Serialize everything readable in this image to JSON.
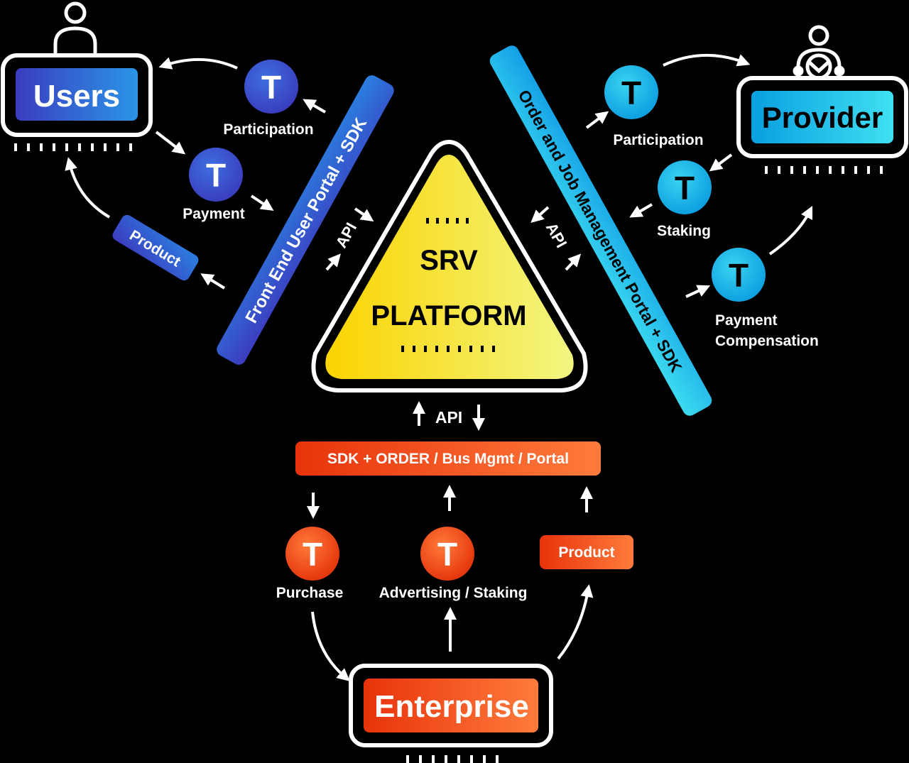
{
  "diagram": {
    "platform": {
      "line1": "SRV",
      "line2": "PLATFORM"
    },
    "users": {
      "label": "Users"
    },
    "provider": {
      "label": "Provider"
    },
    "enterprise": {
      "label": "Enterprise"
    },
    "left_portal": {
      "label": "Front End User Portal + SDK"
    },
    "right_portal": {
      "label": "Order and Job Management Portal + SDK"
    },
    "bottom_portal": {
      "label": "SDK + ORDER / Bus Mgmt / Portal"
    },
    "api_label": "API",
    "token_letter": "T",
    "users_tokens": [
      {
        "label": "Participation"
      },
      {
        "label": "Payment"
      }
    ],
    "users_product": "Product",
    "provider_tokens": [
      {
        "label": "Participation"
      },
      {
        "label": "Staking"
      },
      {
        "label_line1": "Payment",
        "label_line2": "Compensation"
      }
    ],
    "enterprise_tokens": [
      {
        "label": "Purchase"
      },
      {
        "label": "Advertising / Staking"
      }
    ],
    "enterprise_product": "Product",
    "colors": {
      "blue_dark": "#3a3fc4",
      "blue_light": "#2a8fe0",
      "cyan_dark": "#0aa8e0",
      "cyan_light": "#35d6f0",
      "orange_dark": "#e63b0e",
      "orange_light": "#ff7a3a",
      "yellow_dark": "#fbd500",
      "yellow_light": "#f4f67a",
      "background": "#000000",
      "outline": "#ffffff"
    }
  }
}
